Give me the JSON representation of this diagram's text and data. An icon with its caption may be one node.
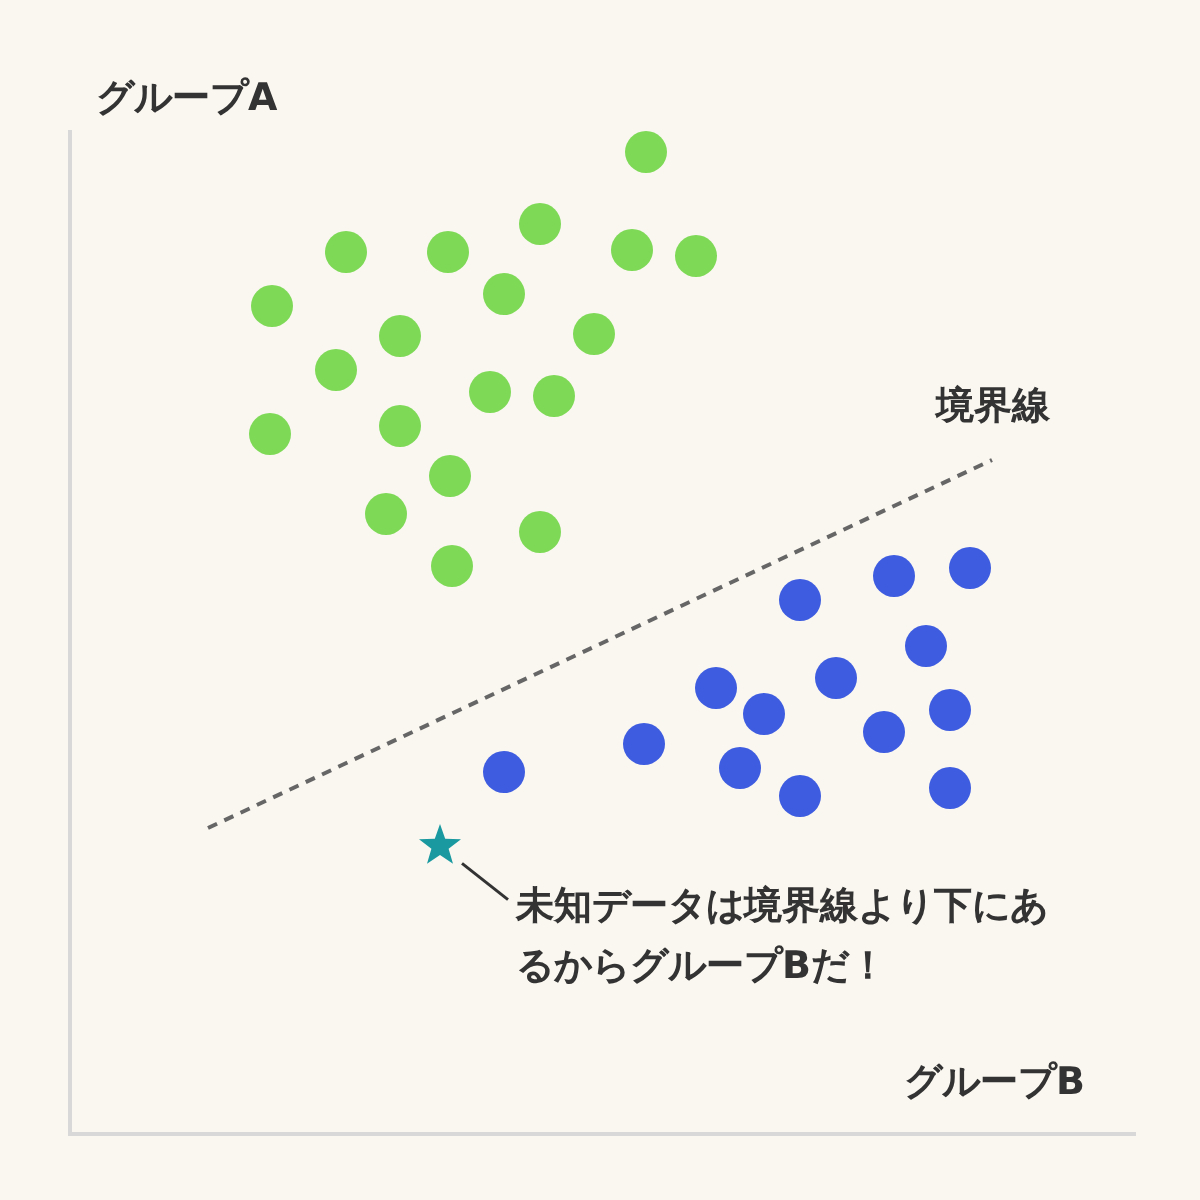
{
  "diagram": {
    "nodes": [
      {
        "text": [
          "未知データは境界線より下にあるからグループBだ！"
        ]
      },
      {
        "text": [],
        "shape": "star"
      }
    ],
    "edges": [
      {
        "from": 0,
        "to": 1,
        "arrow": "none"
      }
    ],
    "labels": [
      "グループA",
      "境界線",
      "グループB"
    ]
  }
}
